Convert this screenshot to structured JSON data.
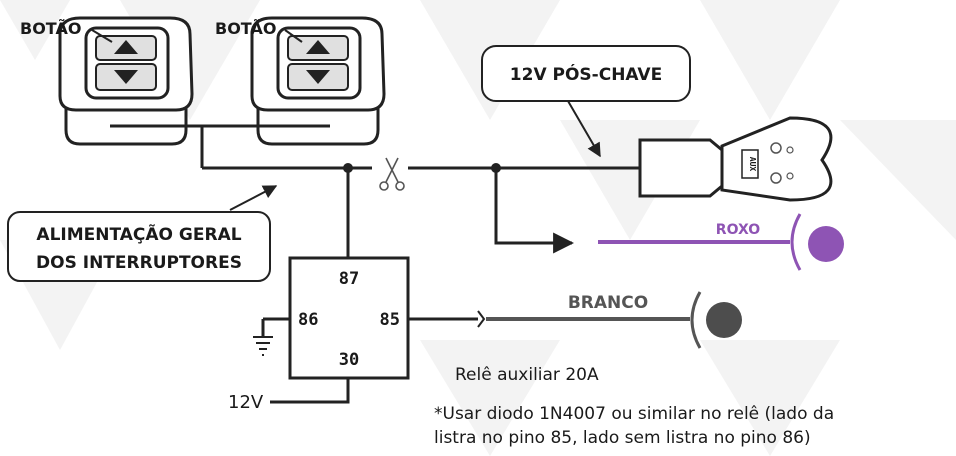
{
  "labels": {
    "button_left": "BOTÃO",
    "button_right": "BOTÃO",
    "ignition": "12V PÓS-CHAVE",
    "power_line1": "ALIMENTAÇÃO GERAL",
    "power_line2": "DOS INTERRUPTORES",
    "wire_purple": "ROXO",
    "wire_white": "BRANCO",
    "pin_87": "87",
    "pin_86": "86",
    "pin_85": "85",
    "pin_30": "30",
    "supply": "12V",
    "relay_caption": "Relê auxiliar 20A",
    "note_line1": "*Usar diodo 1N4007 ou similar no relê (lado da",
    "note_line2": "listra no pino 85, lado sem listra no pino 86)",
    "aux_label": "AUX"
  },
  "colors": {
    "wire": "#222222",
    "purple": "#8e54b4",
    "gray_wire": "#555555",
    "gray_dot": "#4d4d4d",
    "background_pattern": "#f2f2f2"
  },
  "icons": [
    "scissors-icon",
    "ground-icon",
    "window-switch-icon",
    "module-connector-icon"
  ]
}
